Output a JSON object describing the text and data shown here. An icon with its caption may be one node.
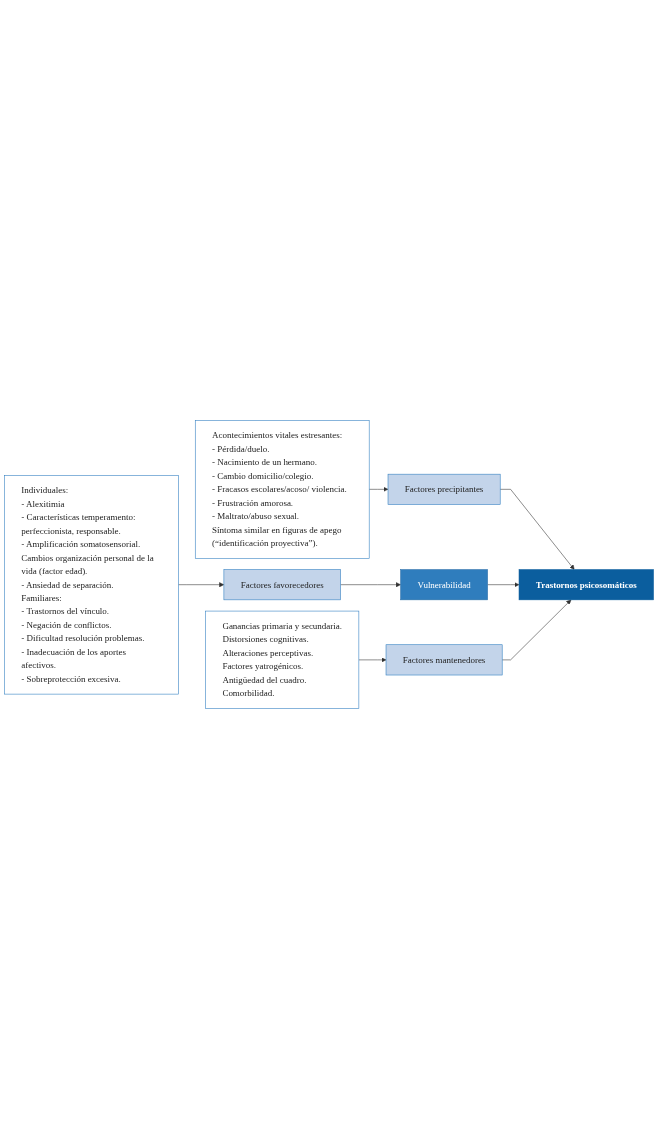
{
  "diagram": {
    "nodes": [
      {
        "text": [
          "Individuales:",
          "- Alexitimia",
          "- Características temperamento: perfeccionista, responsable.",
          "- Amplificación somatosensorial. Cambios organización personal de la vida (factor edad).",
          "- Ansiedad de separación.",
          "Familiares:",
          "- Trastornos del vínculo.",
          "- Negación de conflictos.",
          "- Dificultad resolución problemas.",
          "- Inadecuación de los aportes afectivos.",
          "- Sobreprotección excesiva."
        ]
      },
      {
        "text": [
          "Factores favorecedores"
        ]
      },
      {
        "text": [
          "Vulnerabilidad"
        ]
      },
      {
        "text": [
          "Acontecimientos vitales estresantes:",
          "- Pérdida/duelo.",
          "- Nacimiento de un hermano.",
          "- Cambio domicilio/colegio.",
          "- Fracasos escolares/acoso/ violencia.",
          "- Frustración amorosa.",
          "- Maltrato/abuso sexual.",
          "Síntoma similar en figuras de apego (“identificación proyectiva”)."
        ]
      },
      {
        "text": [
          "Factores precipitantes"
        ]
      },
      {
        "text": [
          "Ganancias primaria y secundaria.",
          "Distorsiones cognitivas.",
          "Alteraciones perceptivas.",
          "Factores yatrogénicos.",
          "Antigüedad del cuadro.",
          "Comorbilidad."
        ]
      },
      {
        "text": [
          "Factores mantenedores"
        ]
      },
      {
        "text": [
          "Trastornos psicosomáticos"
        ]
      }
    ],
    "edges": [
      {
        "from": 0,
        "to": 1,
        "arrow": "to"
      },
      {
        "from": 1,
        "to": 2,
        "arrow": "to"
      },
      {
        "from": 3,
        "to": 4,
        "arrow": "to"
      },
      {
        "from": 4,
        "to": 7,
        "arrow": "to"
      },
      {
        "from": 2,
        "to": 7,
        "arrow": "to"
      },
      {
        "from": 5,
        "to": 6,
        "arrow": "to"
      },
      {
        "from": 6,
        "to": 7,
        "arrow": "to"
      }
    ]
  }
}
